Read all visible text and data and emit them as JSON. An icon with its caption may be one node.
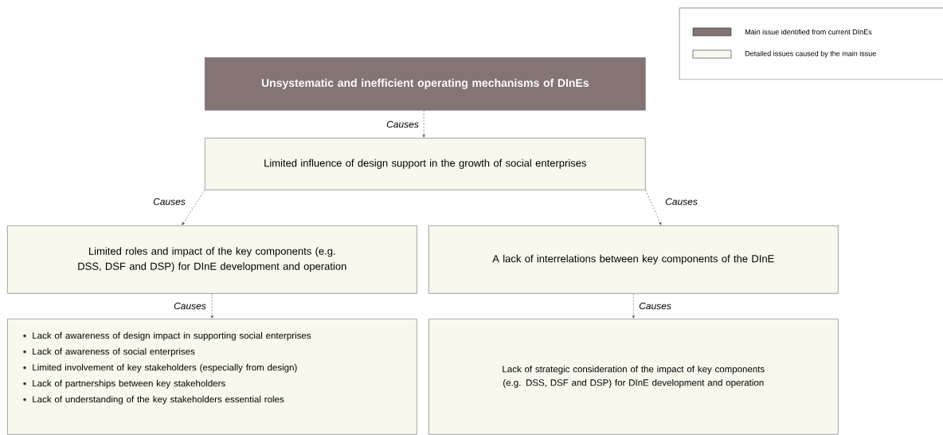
{
  "diagram": {
    "nodes": [
      {
        "text": [
          "Unsystematic and inefficient operating mechanisms of DInEs"
        ]
      },
      {
        "text": [
          "Limited influence of design support in the growth of social enterprises"
        ]
      },
      {
        "text": [
          "Limited roles and impact of the key components (e.g. DSS, DSF and DSP) for DInE development and operation"
        ]
      },
      {
        "text": [
          "A lack of interrelations between key components of the DInE"
        ]
      },
      {
        "text": [
          "Lack of awareness of design impact in supporting social enterprises",
          "Lack of awareness of social enterprises",
          "Limited involvement of key stakeholders (especially from design)",
          "Lack of partnerships between key stakeholders",
          "Lack of understanding of the key stakeholders essential roles"
        ]
      },
      {
        "text": [
          "Lack of strategic consideration of the impact of key components (e.g. DSS, DSF and DSP) for DInE development and operation"
        ]
      }
    ],
    "edges": [
      {
        "from": 0,
        "to": 1,
        "arrow": "to",
        "label": "Causes"
      },
      {
        "from": 1,
        "to": 2,
        "arrow": "to",
        "label": "Causes"
      },
      {
        "from": 1,
        "to": 3,
        "arrow": "to",
        "label": "Causes"
      },
      {
        "from": 2,
        "to": 4,
        "arrow": "to",
        "label": "Causes"
      },
      {
        "from": 3,
        "to": 5,
        "arrow": "to",
        "label": "Causes"
      }
    ],
    "legend": [
      {
        "text": "Main issue identified from current DInEs",
        "color": "#857474"
      },
      {
        "text": "Detailed issues caused by the main issue",
        "color": "#f9f8ee"
      }
    ]
  }
}
